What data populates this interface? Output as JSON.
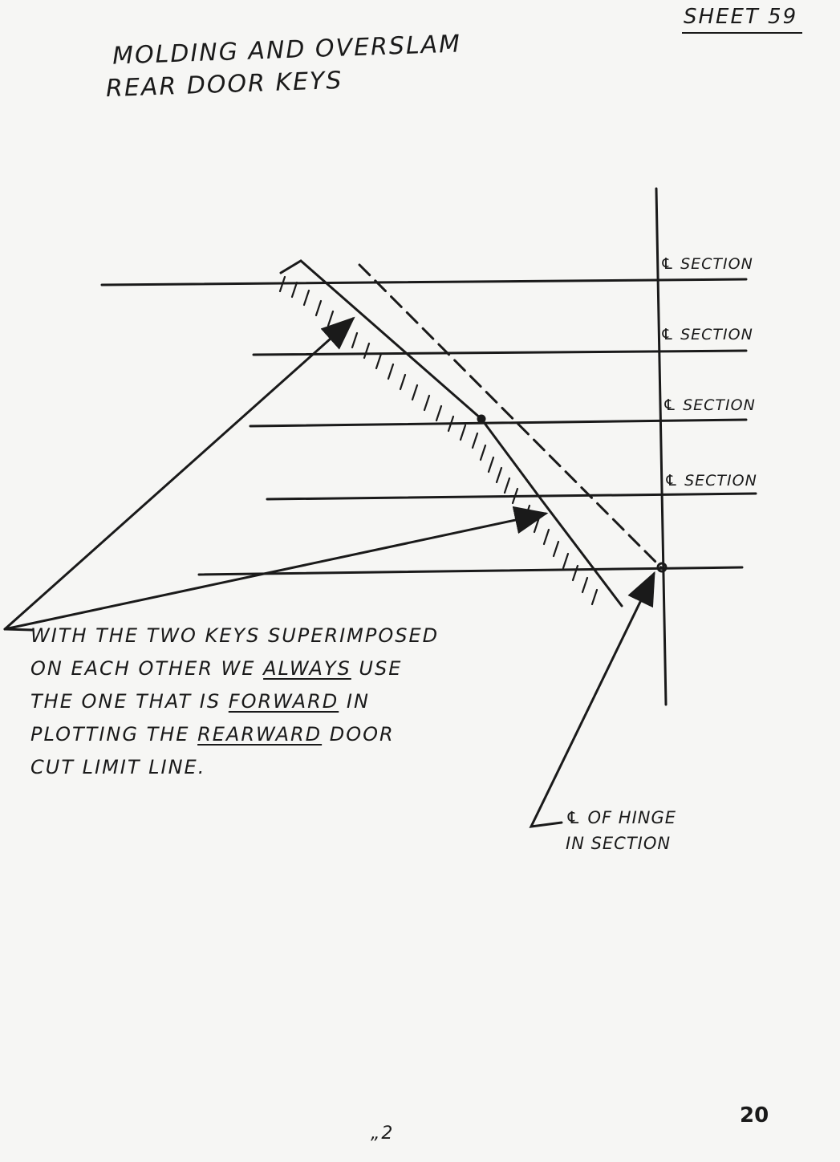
{
  "sheet": {
    "label": "SHEET 59",
    "page_number": "20",
    "bottom_mark": "„2"
  },
  "title": {
    "line1": "MOLDING AND OVERSLAM",
    "line2": "REAR DOOR KEYS"
  },
  "section_labels": [
    "℄ SECTION",
    "℄ SECTION",
    "℄ SECTION",
    "℄ SECTION"
  ],
  "note": {
    "w1": "WITH THE TWO KEYS SUPERIMPOSED",
    "w2": "ON EACH OTHER WE",
    "w3": "ALWAYS",
    "w4": "USE",
    "w5": "THE ONE THAT IS",
    "w6": "FORWARD",
    "w7": "IN",
    "w8": "PLOTTING THE",
    "w9": "REARWARD",
    "w10": "DOOR",
    "w11": "CUT LIMIT LINE."
  },
  "hinge_note": {
    "line1": "℄ OF HINGE",
    "line2": "IN SECTION"
  },
  "colors": {
    "ink": "#1a1a1a",
    "paper": "#f6f6f4"
  }
}
